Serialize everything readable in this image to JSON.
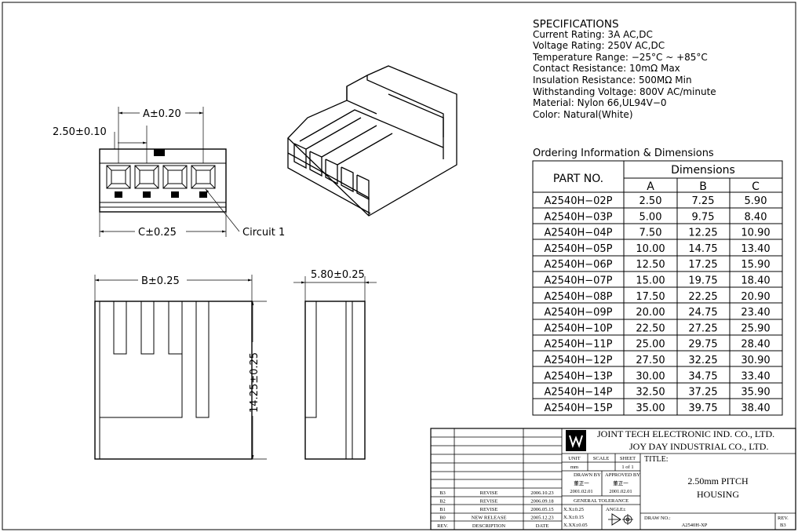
{
  "specifications": {
    "title": "SPECIFICATIONS",
    "lines": [
      "Current Rating: 3A AC,DC",
      "Voltage Rating: 250V AC,DC",
      "Temperature Range: −25°C ~ +85°C",
      "Contact Resistance: 10mΩ Max",
      "Insulation Resistance: 500MΩ Min",
      "Withstanding Voltage: 800V AC/minute",
      "Material: Nylon 66,UL94V−0",
      "Color: Natural(White)"
    ]
  },
  "ordering": {
    "title": "Ordering Information & Dimensions",
    "part_header": "PART NO.",
    "dims_header": "Dimensions",
    "col_a": "A",
    "col_b": "B",
    "col_c": "C",
    "rows": [
      [
        "A2540H−02P",
        "2.50",
        "7.25",
        "5.90"
      ],
      [
        "A2540H−03P",
        "5.00",
        "9.75",
        "8.40"
      ],
      [
        "A2540H−04P",
        "7.50",
        "12.25",
        "10.90"
      ],
      [
        "A2540H−05P",
        "10.00",
        "14.75",
        "13.40"
      ],
      [
        "A2540H−06P",
        "12.50",
        "17.25",
        "15.90"
      ],
      [
        "A2540H−07P",
        "15.00",
        "19.75",
        "18.40"
      ],
      [
        "A2540H−08P",
        "17.50",
        "22.25",
        "20.90"
      ],
      [
        "A2540H−09P",
        "20.00",
        "24.75",
        "23.40"
      ],
      [
        "A2540H−10P",
        "22.50",
        "27.25",
        "25.90"
      ],
      [
        "A2540H−11P",
        "25.00",
        "29.75",
        "28.40"
      ],
      [
        "A2540H−12P",
        "27.50",
        "32.25",
        "30.90"
      ],
      [
        "A2540H−13P",
        "30.00",
        "34.75",
        "33.40"
      ],
      [
        "A2540H−14P",
        "32.50",
        "37.25",
        "35.90"
      ],
      [
        "A2540H−15P",
        "35.00",
        "39.75",
        "38.40"
      ]
    ]
  },
  "dimensions": {
    "a": "A±0.20",
    "pitch": "2.50±0.10",
    "c": "C±0.25",
    "circuit": "Circuit 1",
    "b": "B±0.25",
    "depth": "5.80±0.25",
    "height": "14.25±0.25"
  },
  "title_block": {
    "company_en": "JOINT TECH ELECTRONIC IND. CO., LTD.",
    "company_en2": "JOY DAY INDUSTRIAL CO., LTD.",
    "unit_label": "UNIT",
    "unit_value": "mm",
    "scale_label": "SCALE",
    "sheet_label": "SHEET",
    "sheet_value": "1 of 1",
    "title_label": "TITLE:",
    "title_line1": "2.50mm PITCH",
    "title_line2": "HOUSING",
    "drawn_by_label": "DRAWN BY",
    "approved_by_label": "APPROVED BY",
    "drawn_by": "董正一",
    "approved_by": "董正一",
    "drawn_date": "2001.02.01",
    "approved_date": "2001.02.01",
    "general_tolerance": "GENERAL TOLERANCE",
    "tol1": "X.X±0.25",
    "tol2": "X.X±0.15",
    "tol3": "X.XX±0.05",
    "angle": "ANGLE±",
    "draw_no_label": "DRAW NO.:",
    "draw_no": "A2540H-XP",
    "rev_label": "REV.",
    "rev_value": "B3",
    "rev_col_header": "REV.",
    "desc_col_header": "DESCRIPTION",
    "date_col_header": "DATE",
    "revisions": [
      [
        "B3",
        "REVISE",
        "2006.10.23"
      ],
      [
        "B2",
        "REVISE",
        "2006.09.18"
      ],
      [
        "B1",
        "REVISE",
        "2006.05.15"
      ],
      [
        "B0",
        "NEW RELEASE",
        "2005.12.23"
      ]
    ]
  }
}
